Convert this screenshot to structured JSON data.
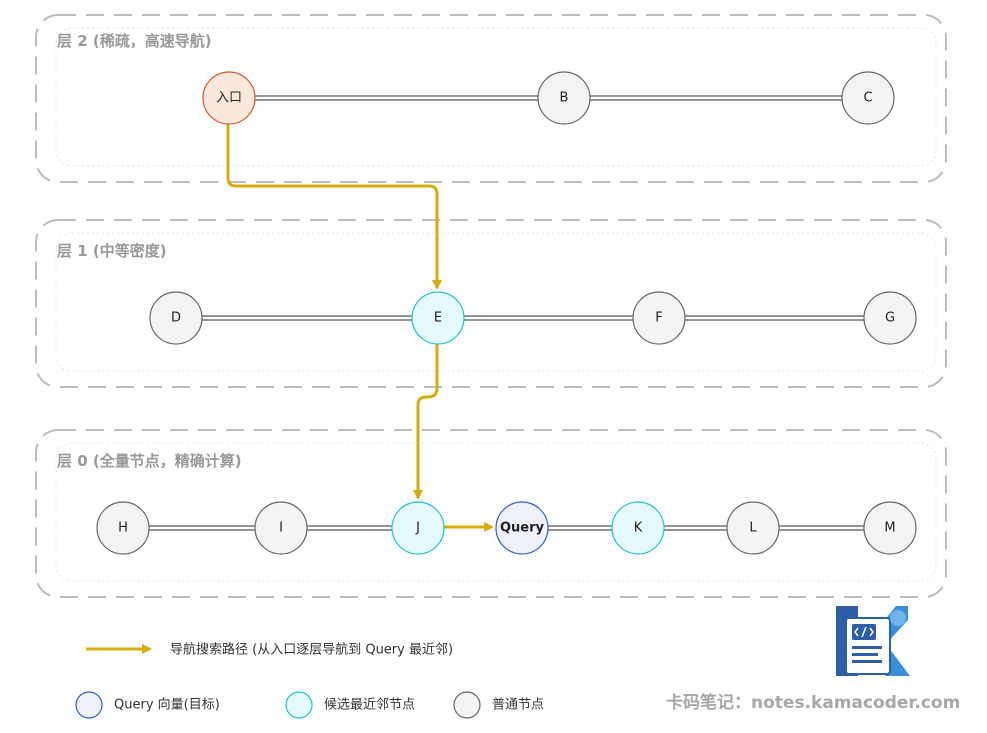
{
  "layers": [
    {
      "id": "layer-2",
      "title": "层 2 (稀疏，高速导航)"
    },
    {
      "id": "layer-1",
      "title": "层 1 (中等密度)"
    },
    {
      "id": "layer-0",
      "title": "层 0 (全量节点，精确计算)"
    }
  ],
  "nodes": {
    "entry": {
      "label": "入口",
      "kind": "entry"
    },
    "B": {
      "label": "B",
      "kind": "normal"
    },
    "C": {
      "label": "C",
      "kind": "normal"
    },
    "D": {
      "label": "D",
      "kind": "normal"
    },
    "E": {
      "label": "E",
      "kind": "candidate"
    },
    "F": {
      "label": "F",
      "kind": "normal"
    },
    "G": {
      "label": "G",
      "kind": "normal"
    },
    "H": {
      "label": "H",
      "kind": "normal"
    },
    "I": {
      "label": "I",
      "kind": "normal"
    },
    "J": {
      "label": "J",
      "kind": "candidate"
    },
    "query": {
      "label": "Query",
      "kind": "query"
    },
    "K": {
      "label": "K",
      "kind": "candidate"
    },
    "L": {
      "label": "L",
      "kind": "normal"
    },
    "M": {
      "label": "M",
      "kind": "normal"
    }
  },
  "edges": [
    [
      "entry",
      "B"
    ],
    [
      "B",
      "C"
    ],
    [
      "D",
      "E"
    ],
    [
      "E",
      "F"
    ],
    [
      "F",
      "G"
    ],
    [
      "H",
      "I"
    ],
    [
      "I",
      "J"
    ],
    [
      "query",
      "K"
    ],
    [
      "K",
      "L"
    ],
    [
      "L",
      "M"
    ]
  ],
  "search_path": [
    "entry",
    "E",
    "J",
    "query"
  ],
  "legend": {
    "path_label": "导航搜索路径 (从入口逐层导航到 Query 最近邻)",
    "query_label": "Query 向量(目标)",
    "candidate_label": "候选最近邻节点",
    "normal_label": "普通节点"
  },
  "watermark": "卡码笔记：notes.kamacoder.com",
  "colors": {
    "path": "#d4ac0d",
    "entry_fill": "#fde9dc",
    "entry_stroke": "#d9572b",
    "candidate_fill": "#e5fafa",
    "candidate_stroke": "#27c2c2",
    "query_fill": "#eef2fb",
    "query_stroke": "#3a5bc7",
    "query_text": "#1e3a8a",
    "normal_fill": "#f4f4f4",
    "normal_stroke": "#666666",
    "layer_border": "#bdbdbd"
  }
}
